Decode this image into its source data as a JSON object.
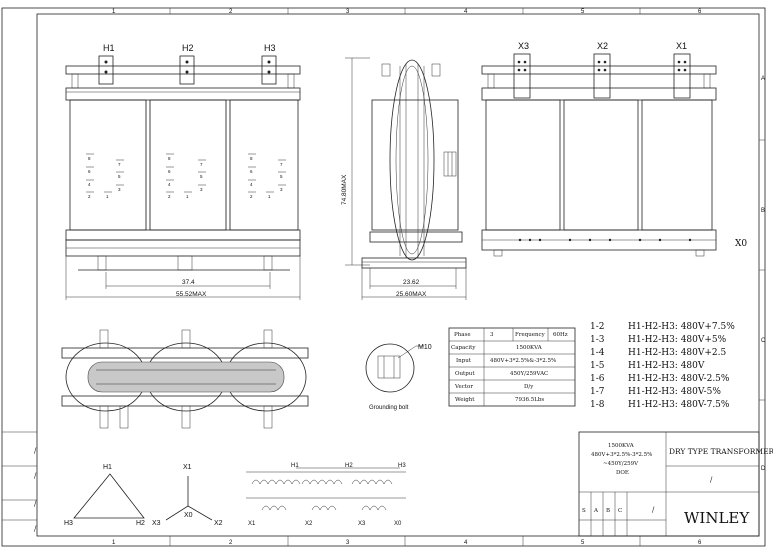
{
  "frame": {
    "col_numbers": [
      "1",
      "2",
      "3",
      "4",
      "5",
      "6"
    ],
    "row_letters": [
      "A",
      "B",
      "C",
      "D"
    ],
    "revision_marks": [
      "/",
      "/",
      "/",
      "/"
    ]
  },
  "front_view": {
    "terminals": [
      "H1",
      "H2",
      "H3"
    ],
    "dim_inner": "37.4",
    "dim_outer": "55.52MAX",
    "tap_numbers": [
      "8",
      "7",
      "6",
      "5",
      "4",
      "3",
      "2",
      "1"
    ]
  },
  "side_view": {
    "dim_height": "74.80MAX",
    "dim_inner": "23.62",
    "dim_outer": "25.60MAX"
  },
  "rear_view": {
    "terminals": [
      "X3",
      "X2",
      "X1"
    ],
    "neutral": "X0"
  },
  "grounding": {
    "bolt_label": "M10",
    "caption": "Grounding bolt"
  },
  "spec_table": [
    {
      "label": "Phase",
      "value": "3",
      "extra_label": "Frequency",
      "extra_value": "60Hz"
    },
    {
      "label": "Capacity",
      "value": "1500KVA"
    },
    {
      "label": "Input",
      "value": "480V+3*2.5%&-3*2.5%"
    },
    {
      "label": "Output",
      "value": "450Y/259VAC"
    },
    {
      "label": "Vector",
      "value": "D/y"
    },
    {
      "label": "Weight",
      "value": "7936.5Lbs"
    }
  ],
  "tap_table": [
    {
      "taps": "1-2",
      "voltage": "H1-H2-H3: 480V+7.5%"
    },
    {
      "taps": "1-3",
      "voltage": "H1-H2-H3: 480V+5%"
    },
    {
      "taps": "1-4",
      "voltage": "H1-H2-H3: 480V+2.5"
    },
    {
      "taps": "1-5",
      "voltage": "H1-H2-H3: 480V"
    },
    {
      "taps": "1-6",
      "voltage": "H1-H2-H3: 480V-2.5%"
    },
    {
      "taps": "1-7",
      "voltage": "H1-H2-H3: 480V-5%"
    },
    {
      "taps": "1-8",
      "voltage": "H1-H2-H3: 480V-7.5%"
    }
  ],
  "vector_diagram": {
    "delta": [
      "H1",
      "H3",
      "H2"
    ],
    "wye": [
      "X1",
      "X3",
      "X0",
      "X2"
    ]
  },
  "winding": {
    "top": [
      "H1",
      "H2",
      "H3"
    ],
    "bottom": [
      "X1",
      "X2",
      "X3",
      "X0"
    ]
  },
  "title_block": {
    "spec_lines": [
      "1500KVA",
      "480V+3*2.5%-3*2.5%",
      "~450Y/259V",
      "DOE"
    ],
    "title": "DRY TYPE TRANSFORMER",
    "slash": "/",
    "rev_cells": [
      "S",
      "A",
      "B",
      "C"
    ],
    "slash2": "/",
    "company": "WINLEY"
  }
}
